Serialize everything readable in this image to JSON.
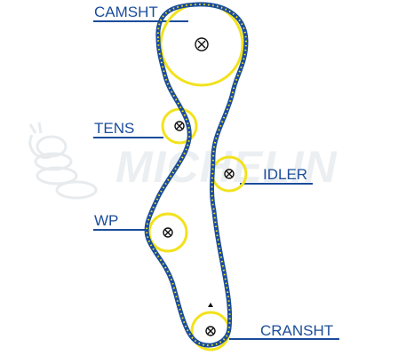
{
  "colors": {
    "belt": "#1b4d9b",
    "belt_dots": "#f2e21c",
    "pulley_ring": "#f2e21c",
    "label_text": "#1b4d9b",
    "leader_line": "#1b4d9b",
    "watermark": "#e9ecef"
  },
  "labels": {
    "camshaft": "CAMSHT",
    "tensioner": "TENS",
    "idler": "IDLER",
    "water_pump": "WP",
    "crankshaft": "CRANSHT"
  },
  "watermark": {
    "text": "MICHELIN",
    "mascot": "michelin-man-logo"
  },
  "icons": {
    "pulley_center": "circled-x",
    "timing_mark": "triangle-marker"
  }
}
